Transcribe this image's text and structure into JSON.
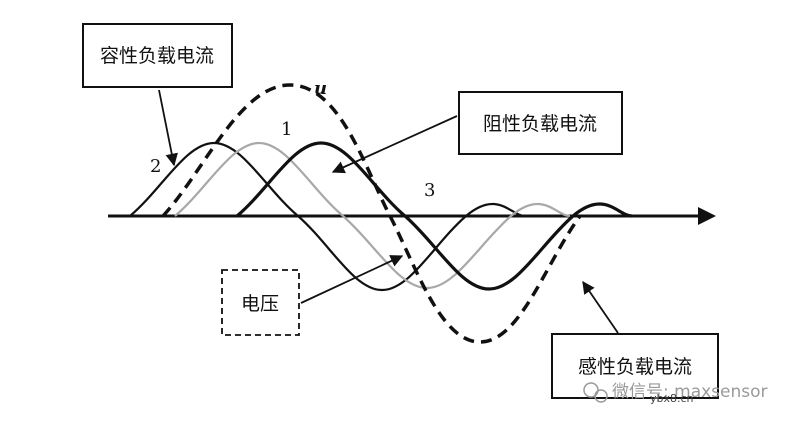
{
  "labels": {
    "capacitive": "容性负载电流",
    "resistive": "阻性负载电流",
    "voltage": "电压",
    "inductive": "感性负载电流"
  },
  "curve_markers": {
    "voltage_symbol": "u",
    "curve_1": "1",
    "curve_2": "2",
    "curve_3": "3"
  },
  "watermark": {
    "text": "微信号: maxsensor",
    "site": "ybx8.cn"
  },
  "colors": {
    "ink": "#111111",
    "resistive_curve": "#a8a8a8",
    "watermark": "#9a9a9a"
  }
}
